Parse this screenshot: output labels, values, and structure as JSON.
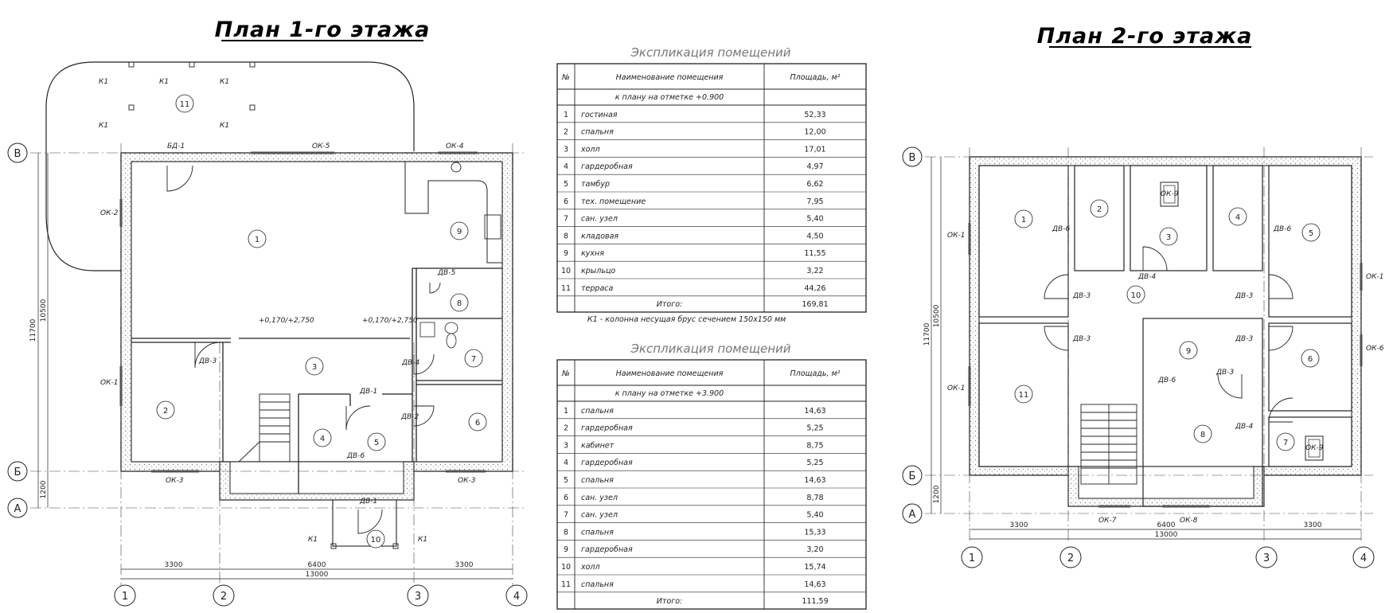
{
  "titles": {
    "floor1": "План 1-го этажа",
    "floor2": "План 2-го этажа"
  },
  "axes": {
    "row_v": "В",
    "row_b": "Б",
    "row_a": "А",
    "col1": "1",
    "col2": "2",
    "col3": "3",
    "col4": "4"
  },
  "dims": {
    "d3300": "3300",
    "d6400": "6400",
    "d13000": "13000",
    "d11700": "11700",
    "d10500": "10500",
    "d1200": "1200",
    "lvl": "+0,170/+2,750"
  },
  "labels1": {
    "bd1": "БД-1",
    "ok5": "ОК-5",
    "ok4": "ОК-4",
    "ok2": "ОК-2",
    "ok1": "ОК-1",
    "ok3": "ОК-3",
    "dv3": "ДВ-3",
    "dv4": "ДВ-4",
    "dv5": "ДВ-5",
    "dv1": "ДВ-1",
    "dv2": "ДВ-2",
    "dv6": "ДВ-6",
    "k1": "К1"
  },
  "labels2": {
    "ok1": "ОК-1",
    "ok6": "ОК-6",
    "ok7": "ОК-7",
    "ok8": "ОК-8",
    "ok9": "ОК-9",
    "dv3": "ДВ-3",
    "dv4": "ДВ-4",
    "dv6": "ДВ-6"
  },
  "table1": {
    "caption": "Экспликация помещений",
    "head": {
      "n": "№",
      "name": "Наименование помещения",
      "area": "Площадь, м²"
    },
    "subhead": "к плану на отметке +0.900",
    "rows": [
      {
        "n": "1",
        "name": "гостиная",
        "area": "52,33"
      },
      {
        "n": "2",
        "name": "спальня",
        "area": "12,00"
      },
      {
        "n": "3",
        "name": "холл",
        "area": "17,01"
      },
      {
        "n": "4",
        "name": "гардеробная",
        "area": "4,97"
      },
      {
        "n": "5",
        "name": "тамбур",
        "area": "6,62"
      },
      {
        "n": "6",
        "name": "тех. помещение",
        "area": "7,95"
      },
      {
        "n": "7",
        "name": "сан. узел",
        "area": "5,40"
      },
      {
        "n": "8",
        "name": "кладовая",
        "area": "4,50"
      },
      {
        "n": "9",
        "name": "кухня",
        "area": "11,55"
      },
      {
        "n": "10",
        "name": "крыльцо",
        "area": "3,22"
      },
      {
        "n": "11",
        "name": "терраса",
        "area": "44,26"
      }
    ],
    "total_label": "Итого:",
    "total": "169,81",
    "note": "К1 - колонна несущая брус сечением 150х150 мм"
  },
  "table2": {
    "caption": "Экспликация помещений",
    "head": {
      "n": "№",
      "name": "Наименование помещения",
      "area": "Площадь, м²"
    },
    "subhead": "к плану на отметке +3.900",
    "rows": [
      {
        "n": "1",
        "name": "спальня",
        "area": "14,63"
      },
      {
        "n": "2",
        "name": "гардеробная",
        "area": "5,25"
      },
      {
        "n": "3",
        "name": "кабинет",
        "area": "8,75"
      },
      {
        "n": "4",
        "name": "гардеробная",
        "area": "5,25"
      },
      {
        "n": "5",
        "name": "спальня",
        "area": "14,63"
      },
      {
        "n": "6",
        "name": "сан. узел",
        "area": "8,78"
      },
      {
        "n": "7",
        "name": "сан. узел",
        "area": "5,40"
      },
      {
        "n": "8",
        "name": "спальня",
        "area": "15,33"
      },
      {
        "n": "9",
        "name": "гардеробная",
        "area": "3,20"
      },
      {
        "n": "10",
        "name": "холл",
        "area": "15,74"
      },
      {
        "n": "11",
        "name": "спальня",
        "area": "14,63"
      }
    ],
    "total_label": "Итого:",
    "total": "111,59"
  }
}
